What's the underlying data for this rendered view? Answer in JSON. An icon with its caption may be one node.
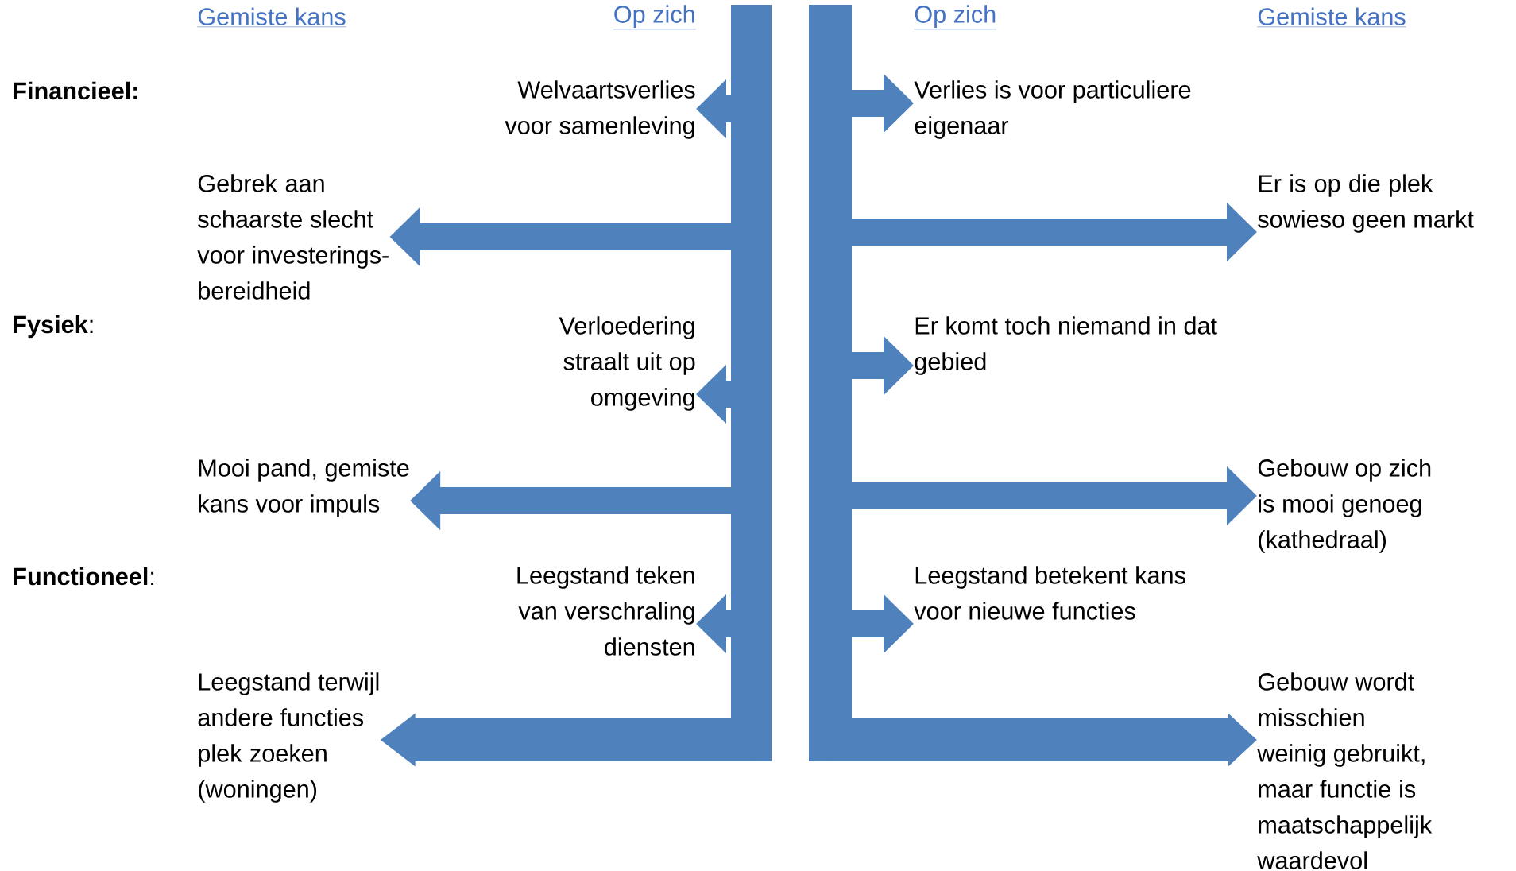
{
  "diagram": {
    "nodes": [
      {
        "text": [],
        "shape": "bar"
      },
      {
        "text": [],
        "shape": "bar"
      },
      {
        "text": [
          "Welvaartsverlies voor samenleving"
        ]
      },
      {
        "text": [
          "Verlies is voor particuliere eigenaar"
        ]
      },
      {
        "text": [
          "Gebrek aan schaarste slecht voor investerings- bereidheid"
        ]
      },
      {
        "text": [
          "Er is op die plek sowieso geen markt"
        ]
      },
      {
        "text": [
          "Verloedering straalt uit op omgeving"
        ]
      },
      {
        "text": [
          "Er komt toch niemand in dat gebied"
        ]
      },
      {
        "text": [
          "Mooi pand, gemiste kans voor impuls"
        ]
      },
      {
        "text": [
          "Gebouw op zich is mooi genoeg (kathedraal)"
        ]
      },
      {
        "text": [
          "Leegstand teken van verschraling diensten"
        ]
      },
      {
        "text": [
          "Leegstand betekent kans voor nieuwe functies"
        ]
      },
      {
        "text": [
          "Leegstand terwijl andere functies plek zoeken (woningen)"
        ]
      },
      {
        "text": [
          "Gebouw wordt misschien weinig gebruikt, maar functie is maatschappelijk waardevol"
        ]
      }
    ],
    "edges": [
      {
        "from": 0,
        "to": 2,
        "arrow": "to"
      },
      {
        "from": 1,
        "to": 3,
        "arrow": "to"
      },
      {
        "from": 0,
        "to": 4,
        "arrow": "to"
      },
      {
        "from": 1,
        "to": 5,
        "arrow": "to"
      },
      {
        "from": 0,
        "to": 6,
        "arrow": "to"
      },
      {
        "from": 1,
        "to": 7,
        "arrow": "to"
      },
      {
        "from": 0,
        "to": 8,
        "arrow": "to"
      },
      {
        "from": 1,
        "to": 9,
        "arrow": "to"
      },
      {
        "from": 0,
        "to": 10,
        "arrow": "to"
      },
      {
        "from": 1,
        "to": 11,
        "arrow": "to"
      },
      {
        "from": 0,
        "to": 12,
        "arrow": "to"
      },
      {
        "from": 1,
        "to": 13,
        "arrow": "to"
      }
    ],
    "labels": [
      "Gemiste kans",
      "Op zich",
      "Op zich",
      "Gemiste kans",
      "Financieel:",
      "**Fysiek**:",
      "**Functioneel**:"
    ]
  }
}
